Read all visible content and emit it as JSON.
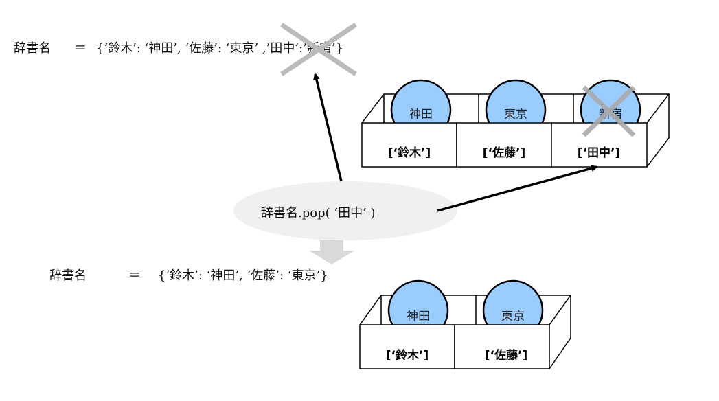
{
  "before": {
    "var_name": "辞書名",
    "equals": "＝",
    "dict_literal": "{‘鈴木’: ‘神田’, ‘佐藤’: ‘東京’ ,’田中’:’新宿’}",
    "boxes": [
      {
        "key": "[‘鈴木’]",
        "value": "神田",
        "removed": false
      },
      {
        "key": "[‘佐藤’]",
        "value": "東京",
        "removed": false
      },
      {
        "key": "[‘田中’]",
        "value": "新宿",
        "removed": true
      }
    ]
  },
  "operation": {
    "code": "辞書名.pop( ‘田中’ )"
  },
  "after": {
    "var_name": "辞書名",
    "equals": "＝",
    "dict_literal": "{‘鈴木’: ‘神田’, ‘佐藤’: ‘東京’}",
    "boxes": [
      {
        "key": "[‘鈴木’]",
        "value": "神田"
      },
      {
        "key": "[‘佐藤’]",
        "value": "東京"
      }
    ]
  },
  "colors": {
    "ball": "#99ccff",
    "cross": "#bbbbbb",
    "ellipse": "#f0f0f0",
    "arrow_gray": "#d9d9d9"
  }
}
